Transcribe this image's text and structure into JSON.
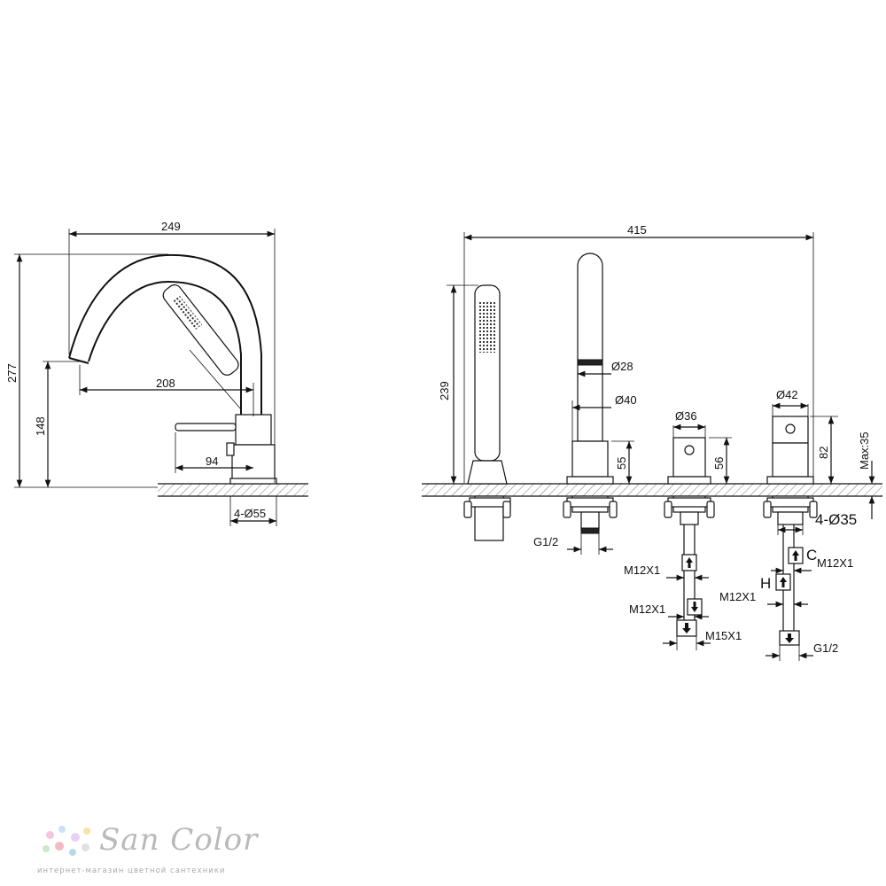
{
  "left_view": {
    "dims": {
      "width": "249",
      "height": "277",
      "spout_height": "148",
      "spout_reach": "208",
      "lever_reach": "94",
      "base": "4-Ø55"
    }
  },
  "right_view": {
    "dims": {
      "total_width": "415",
      "hand_shower_height": "239",
      "tube_dia": "Ø28",
      "riser_dia": "Ø40",
      "riser_height": "55",
      "diverter_dia": "Ø36",
      "diverter_height": "56",
      "mixer_dia": "Ø42",
      "mixer_height": "82",
      "deck_max": "Max:35",
      "hole": "4-Ø35",
      "g_left": "G1/2",
      "m_a": "M12X1",
      "m_b": "M12X1",
      "m_c": "M15X1",
      "m_d": "M12X1",
      "m_e": "M12X1",
      "g_right": "G1/2",
      "cold_label": "C",
      "hot_label": "H"
    }
  },
  "watermark": {
    "name": "San Color",
    "tagline": "интернет-магазин цветной сантехники",
    "colors": [
      "#f3c6de",
      "#c9e3f5",
      "#e7d2f0",
      "#f6e3a6",
      "#cde8c8",
      "#f2b8c4",
      "#b8d8ef",
      "#e0e0e0"
    ]
  }
}
